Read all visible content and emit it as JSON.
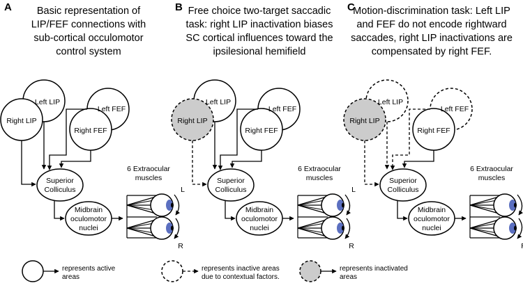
{
  "panels": [
    {
      "letter": "A",
      "heading": [
        "Basic representation of",
        "LIP/FEF connections with",
        "sub-cortical occulomotor",
        "control system"
      ],
      "nodes": {
        "left_lip": "Left LIP",
        "right_lip": "Right LIP",
        "left_fef": "Left FEF",
        "right_fef": "Right FEF",
        "sc": [
          "Superior",
          "Colliculus"
        ],
        "midbrain": [
          "Midbrain",
          "oculomotor",
          "nuclei"
        ]
      },
      "muscles": [
        "6 Extraocular",
        "muscles"
      ],
      "eye_left": "L",
      "eye_right": "R"
    },
    {
      "letter": "B",
      "heading": [
        "Free choice two-target saccadic",
        "task: right LIP inactivation biases",
        "SC cortical influences toward the",
        "ipsilesional hemifield"
      ],
      "nodes": {
        "left_lip": "Left LIP",
        "right_lip": "Right LIP",
        "left_fef": "Left FEF",
        "right_fef": "Right FEF",
        "sc": [
          "Superior",
          "Colliculus"
        ],
        "midbrain": [
          "Midbrain",
          "oculomotor",
          "nuclei"
        ]
      },
      "muscles": [
        "6 Extraocular",
        "muscles"
      ],
      "eye_left": "L",
      "eye_right": "R"
    },
    {
      "letter": "C",
      "heading": [
        "Motion-discrimination task: Left LIP",
        "and FEF do not encode rightward",
        "saccades, right LIP inactivations are",
        "compensated by right FEF."
      ],
      "nodes": {
        "left_lip": "Left LIP",
        "right_lip": "Right LIP",
        "left_fef": "Left FEF",
        "right_fef": "Right FEF",
        "sc": [
          "Superior",
          "Colliculus"
        ],
        "midbrain": [
          "Midbrain",
          "oculomotor",
          "nuclei"
        ]
      },
      "muscles": [
        "6 Extraocular",
        "muscles"
      ],
      "eye_left": "L",
      "eye_right": "R"
    }
  ],
  "legend": {
    "active": [
      "represents active",
      "areas"
    ],
    "inactive": [
      "represents inactive areas",
      "due to contextual factors."
    ],
    "inactivated": [
      "represents inactivated",
      "areas"
    ]
  },
  "colors": {
    "inactivated_fill": "#cccccc",
    "iris": "#5b6fc0"
  }
}
